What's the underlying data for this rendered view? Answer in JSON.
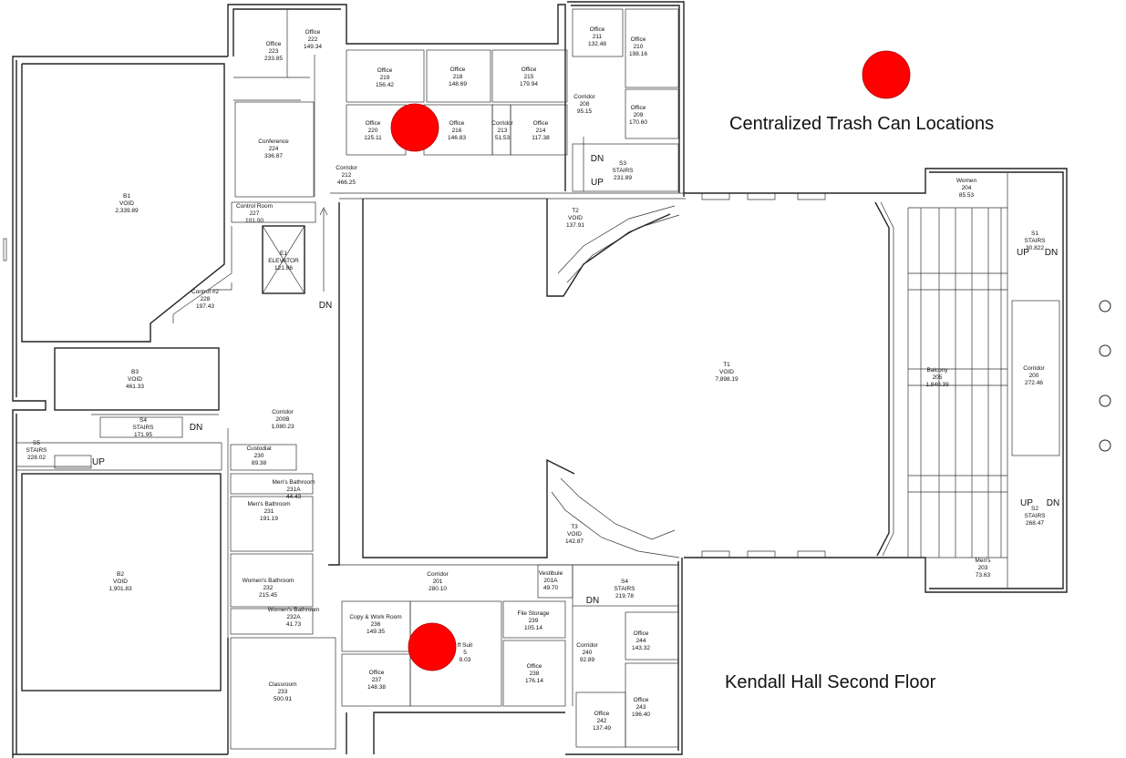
{
  "title": "Kendall Hall Second Floor",
  "legend": {
    "label": "Centralized Trash Can Locations",
    "color": "#ff0000"
  },
  "stair_marks": [
    "UP",
    "DN"
  ],
  "rooms": [
    {
      "id": "office-223",
      "lines": [
        "Office",
        "223",
        "233.85"
      ]
    },
    {
      "id": "office-222",
      "lines": [
        "Office",
        "222",
        "149.34"
      ]
    },
    {
      "id": "office-219",
      "lines": [
        "Office",
        "219",
        "156.42"
      ]
    },
    {
      "id": "office-218",
      "lines": [
        "Office",
        "218",
        "148.69"
      ]
    },
    {
      "id": "office-215",
      "lines": [
        "Office",
        "215",
        "179.94"
      ]
    },
    {
      "id": "office-220",
      "lines": [
        "Office",
        "220",
        "125.11"
      ]
    },
    {
      "id": "office-216",
      "lines": [
        "Office",
        "216",
        "146.83"
      ]
    },
    {
      "id": "corridor-213",
      "lines": [
        "Corridor",
        "213",
        "51.53"
      ]
    },
    {
      "id": "office-214",
      "lines": [
        "Office",
        "214",
        "117.38"
      ]
    },
    {
      "id": "office-211",
      "lines": [
        "Office",
        "211",
        "132.48"
      ]
    },
    {
      "id": "office-210",
      "lines": [
        "Office",
        "210",
        "198.16"
      ]
    },
    {
      "id": "corridor-208",
      "lines": [
        "Corridor",
        "208",
        "95.15"
      ]
    },
    {
      "id": "office-209",
      "lines": [
        "Office",
        "209",
        "170.60"
      ]
    },
    {
      "id": "conference-224",
      "lines": [
        "Conference",
        "224",
        "336.87"
      ]
    },
    {
      "id": "corridor-212",
      "lines": [
        "Corridor",
        "212",
        "466.25"
      ]
    },
    {
      "id": "stairs-s3",
      "lines": [
        "S3",
        "STAIRS",
        "231.89"
      ]
    },
    {
      "id": "void-b1",
      "lines": [
        "B1",
        "VOID",
        "2,339.89"
      ]
    },
    {
      "id": "control-room-227",
      "lines": [
        "Control Room",
        "227",
        "101.00"
      ]
    },
    {
      "id": "elevator-e1",
      "lines": [
        "E1",
        "ELEVATOR",
        "121.86"
      ]
    },
    {
      "id": "control-228",
      "lines": [
        "Control #2",
        "228",
        "197.43"
      ]
    },
    {
      "id": "void-t2",
      "lines": [
        "T2",
        "VOID",
        "137.91"
      ]
    },
    {
      "id": "women-204",
      "lines": [
        "Women",
        "204",
        "85.53"
      ]
    },
    {
      "id": "stairs-s1",
      "lines": [
        "S1",
        "STAIRS",
        "30.822"
      ]
    },
    {
      "id": "void-t1",
      "lines": [
        "T1",
        "VOID",
        "7,898.19"
      ]
    },
    {
      "id": "balcony-205",
      "lines": [
        "Balcony",
        "205",
        "1,840.39"
      ]
    },
    {
      "id": "corridor-200",
      "lines": [
        "Corridor",
        "200",
        "272.46"
      ]
    },
    {
      "id": "void-b3",
      "lines": [
        "B3",
        "VOID",
        "461.33"
      ]
    },
    {
      "id": "stairs-s4a",
      "lines": [
        "S4",
        "STAIRS",
        "171.95"
      ]
    },
    {
      "id": "corridor-200b",
      "lines": [
        "Corridor",
        "200B",
        "1,080.23"
      ]
    },
    {
      "id": "stairs-s5",
      "lines": [
        "S5",
        "STAIRS",
        "228.02"
      ]
    },
    {
      "id": "custodial-230",
      "lines": [
        "Custodial",
        "230",
        "89.38"
      ]
    },
    {
      "id": "mens-bath-231a",
      "lines": [
        "Men's Bathroom",
        "231A",
        "44.43"
      ]
    },
    {
      "id": "mens-bath-231",
      "lines": [
        "Men's Bathroom",
        "231",
        "191.19"
      ]
    },
    {
      "id": "void-b2",
      "lines": [
        "B2",
        "VOID",
        "1,901.83"
      ]
    },
    {
      "id": "womens-bath-232",
      "lines": [
        "Women's Bathroom",
        "232",
        "215.45"
      ]
    },
    {
      "id": "womens-bath-232a",
      "lines": [
        "Women's Bathroom",
        "232A",
        "41.73"
      ]
    },
    {
      "id": "classroom-233",
      "lines": [
        "Classroom",
        "233",
        "500.91"
      ]
    },
    {
      "id": "void-t3",
      "lines": [
        "T3",
        "VOID",
        "142.87"
      ]
    },
    {
      "id": "stairs-s2",
      "lines": [
        "S2",
        "STAIRS",
        "268.47"
      ]
    },
    {
      "id": "mens-203",
      "lines": [
        "Men's",
        "203",
        "73.63"
      ]
    },
    {
      "id": "corridor-201",
      "lines": [
        "Corridor",
        "201",
        "280.10"
      ]
    },
    {
      "id": "vestibule-201a",
      "lines": [
        "Vestibule",
        "201A",
        "49.70"
      ]
    },
    {
      "id": "stairs-s4b",
      "lines": [
        "S4",
        "STAIRS",
        "219.78"
      ]
    },
    {
      "id": "copy-work-236",
      "lines": [
        "Copy & Work Room",
        "236",
        "149.35"
      ]
    },
    {
      "id": "file-storage-239",
      "lines": [
        "File Storage",
        "239",
        "105.14"
      ]
    },
    {
      "id": "staff-suite-235",
      "lines": [
        "ff Suit",
        "5",
        "9.03"
      ]
    },
    {
      "id": "office-237",
      "lines": [
        "Office",
        "237",
        "148.38"
      ]
    },
    {
      "id": "office-238",
      "lines": [
        "Office",
        "238",
        "176.14"
      ]
    },
    {
      "id": "corridor-240",
      "lines": [
        "Corridor",
        "240",
        "92.89"
      ]
    },
    {
      "id": "office-244",
      "lines": [
        "Office",
        "244",
        "143.32"
      ]
    },
    {
      "id": "office-243",
      "lines": [
        "Office",
        "243",
        "196.40"
      ]
    },
    {
      "id": "office-242",
      "lines": [
        "Office",
        "242",
        "137.49"
      ]
    }
  ]
}
